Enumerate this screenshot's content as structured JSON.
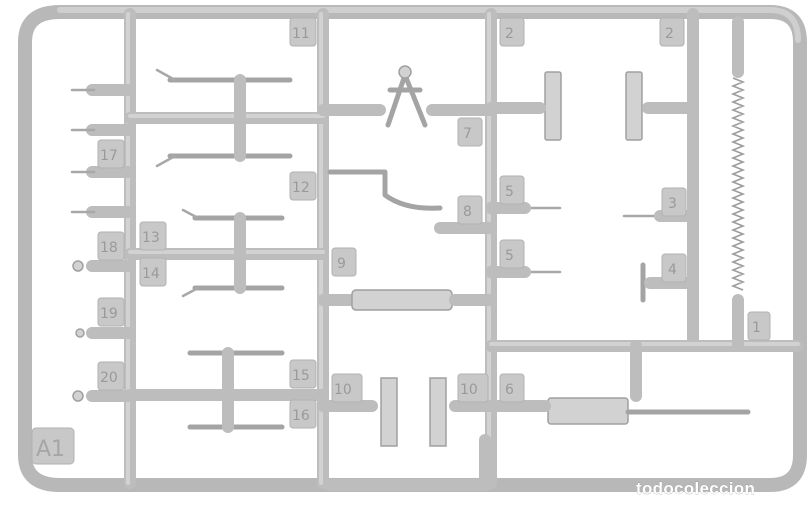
{
  "sprue_code": "A1",
  "watermark": "todocoleccion",
  "part_numbers": [
    "1",
    "2",
    "3",
    "4",
    "5",
    "6",
    "7",
    "8",
    "9",
    "10",
    "11",
    "12",
    "13",
    "14",
    "15",
    "16",
    "17",
    "18",
    "19",
    "20"
  ],
  "plastic_color": "#c4c4c4"
}
